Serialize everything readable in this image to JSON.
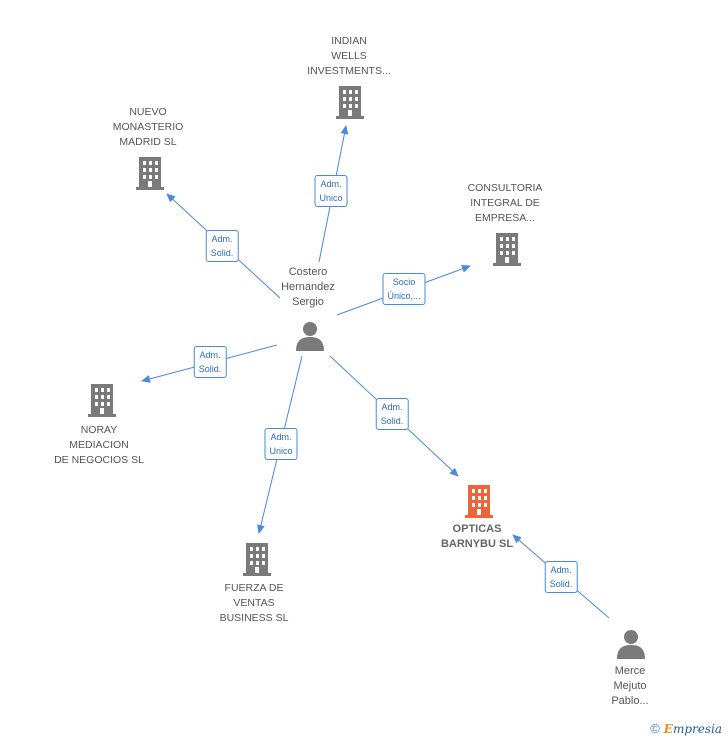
{
  "nodes": {
    "indian_wells": {
      "lines": [
        "INDIAN",
        "WELLS",
        "INVESTMENTS..."
      ]
    },
    "nuevo_monasterio": {
      "lines": [
        "NUEVO",
        "MONASTERIO",
        "MADRID SL"
      ]
    },
    "consultoria": {
      "lines": [
        "CONSULTORIA",
        "INTEGRAL DE",
        "EMPRESA..."
      ]
    },
    "costero": {
      "lines": [
        "Costero",
        "Hernandez",
        "Sergio"
      ]
    },
    "noray": {
      "lines": [
        "NORAY",
        "MEDIACION",
        "DE NEGOCIOS SL"
      ]
    },
    "opticas": {
      "lines": [
        "OPTICAS",
        "BARNYBU SL"
      ]
    },
    "fuerza": {
      "lines": [
        "FUERZA DE",
        "VENTAS",
        "BUSINESS SL"
      ]
    },
    "merce": {
      "lines": [
        "Merce",
        "Mejuto",
        "Pablo..."
      ]
    }
  },
  "edges": {
    "to_indian": {
      "lines": [
        "Adm.",
        "Unico"
      ]
    },
    "to_nuevo": {
      "lines": [
        "Adm.",
        "Solid."
      ]
    },
    "to_consultoria": {
      "lines": [
        "Socio",
        "Único,..."
      ]
    },
    "to_noray": {
      "lines": [
        "Adm.",
        "Solid."
      ]
    },
    "to_opticas": {
      "lines": [
        "Adm.",
        "Solid."
      ]
    },
    "to_fuerza": {
      "lines": [
        "Adm.",
        "Unico"
      ]
    },
    "merce_to_opticas": {
      "lines": [
        "Adm.",
        "Solid."
      ]
    }
  },
  "colors": {
    "company": "#7a7a7a",
    "company_highlight": "#f0643c",
    "person": "#7a7a7a",
    "edge": "#4a89dc"
  },
  "footer": {
    "copyright_symbol": "©",
    "brand_first": "E",
    "brand_rest": "mpresia"
  }
}
